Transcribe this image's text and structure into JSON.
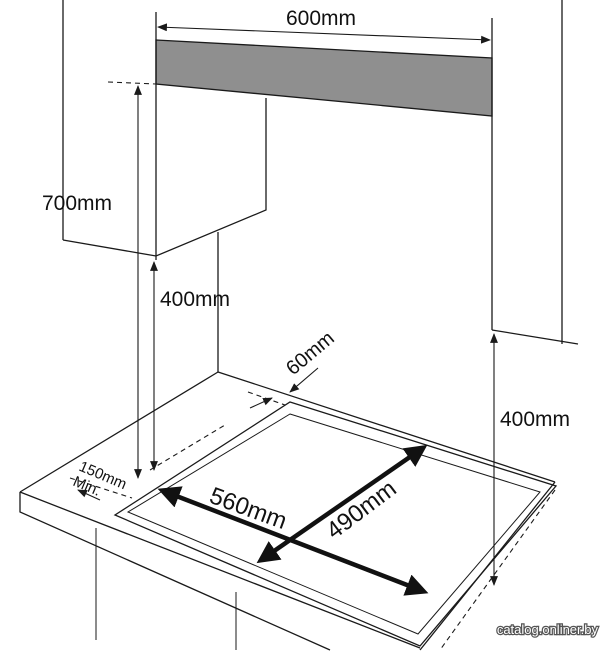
{
  "dimensions": {
    "width_top": "600mm",
    "height_total": "700mm",
    "height_under_cabinet": "400mm",
    "height_side": "400mm",
    "front_gap": "60mm",
    "side_gap_value": "150mm",
    "side_gap_note": "Min.",
    "cutout_width": "560mm",
    "cutout_depth": "490mm"
  },
  "watermark": "catalog.onliner.by",
  "colors": {
    "hood": "#8f8f8f",
    "line": "#1a1a1a"
  }
}
